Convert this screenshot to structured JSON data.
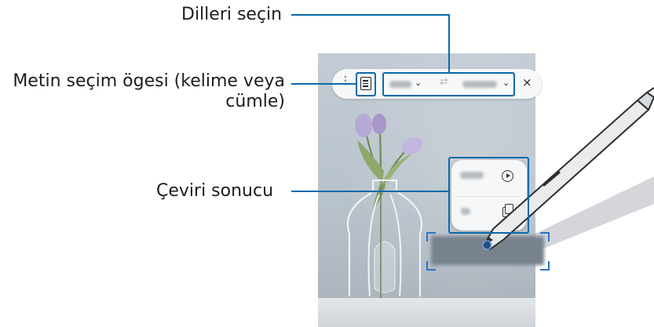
{
  "callouts": {
    "languages": "Dilleri seçin",
    "text_selection_line1": "Metin seçim ögesi (kelime veya",
    "text_selection_line2": "cümle)",
    "result": "Çeviri sonucu"
  },
  "toolbar": {
    "more_icon": "ellipsis-icon",
    "text_mode_icon": "text-document-icon",
    "swap_icon": "swap-arrows-icon",
    "close_glyph": "×"
  },
  "result_card": {
    "play_icon": "play-circle-icon",
    "copy_icon": "copy-icon"
  },
  "colors": {
    "callout": "#0a6aa8",
    "selection_handles": "#2c73c7"
  }
}
